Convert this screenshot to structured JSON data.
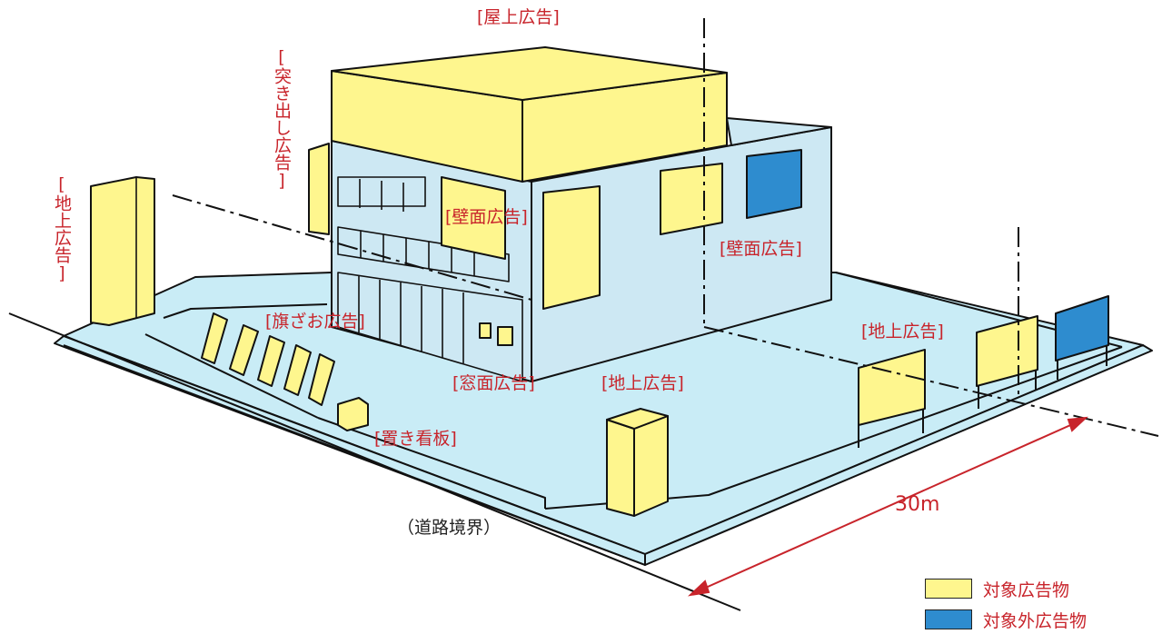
{
  "labels": {
    "rooftop": "[屋上広告]",
    "projecting": "[突き出し広告]",
    "ground_left": "[地上広告]",
    "wall_center": "[壁面広告]",
    "wall_right": "[壁面広告]",
    "flag": "[旗ざお広告]",
    "window": "[窓面広告]",
    "ground_center": "[地上広告]",
    "ground_right": "[地上広告]",
    "standing_sign": "[置き看板]",
    "road_boundary": "（道路境界）",
    "distance": "30m"
  },
  "legend": {
    "target": "対象広告物",
    "excluded": "対象外広告物"
  },
  "colors": {
    "target": "#fef68e",
    "excluded": "#2e8ccf",
    "ground": "#c9ecf6",
    "building": "#cde8f3",
    "label": "#c8242b"
  }
}
